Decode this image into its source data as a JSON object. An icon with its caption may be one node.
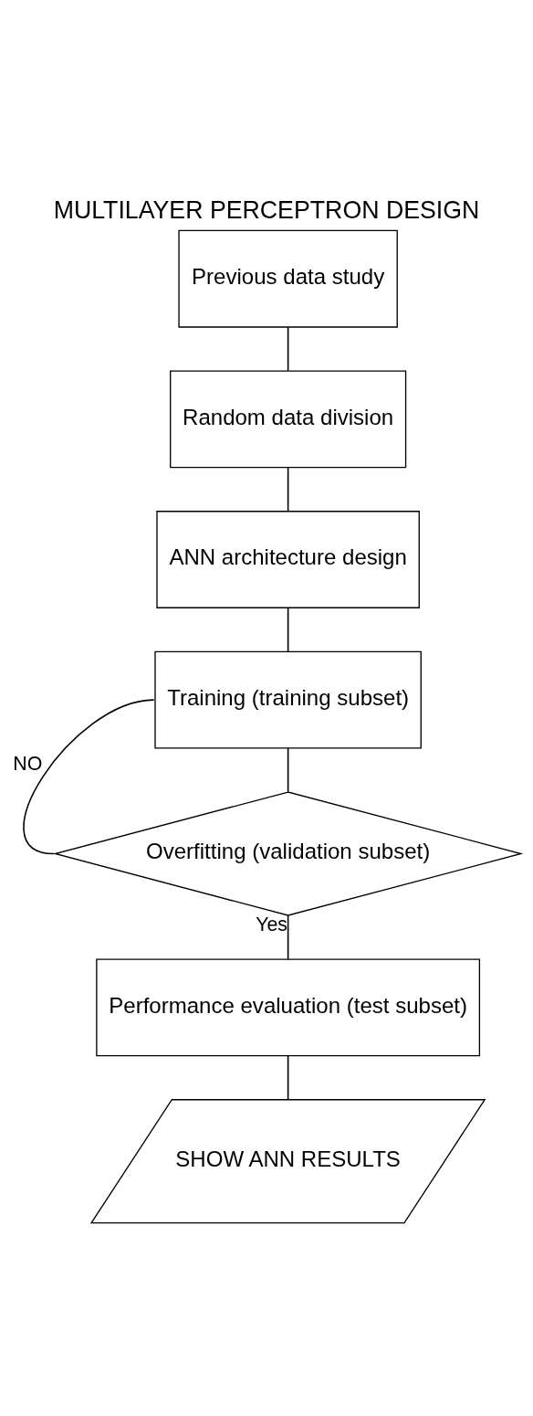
{
  "diagram": {
    "title": "MULTILAYER PERCEPTRON DESIGN",
    "nodes": [
      {
        "text": [
          "Previous data study"
        ]
      },
      {
        "text": [
          "Random data division"
        ]
      },
      {
        "text": [
          "ANN architecture design"
        ]
      },
      {
        "text": [
          "Training (training subset)"
        ]
      },
      {
        "text": [
          "Overfitting (validation subset)"
        ]
      },
      {
        "text": [
          "Performance evaluation (test subset)"
        ]
      },
      {
        "text": [
          "SHOW ANN RESULTS"
        ]
      }
    ],
    "edges": [
      {
        "from": 0,
        "to": 1,
        "arrow": "none"
      },
      {
        "from": 1,
        "to": 2,
        "arrow": "none"
      },
      {
        "from": 2,
        "to": 3,
        "arrow": "none"
      },
      {
        "from": 3,
        "to": 4,
        "arrow": "none"
      },
      {
        "from": 4,
        "to": 3,
        "arrow": "none",
        "label": "NO"
      },
      {
        "from": 4,
        "to": 5,
        "arrow": "none",
        "label": "Yes"
      },
      {
        "from": 5,
        "to": 6,
        "arrow": "none"
      }
    ]
  }
}
